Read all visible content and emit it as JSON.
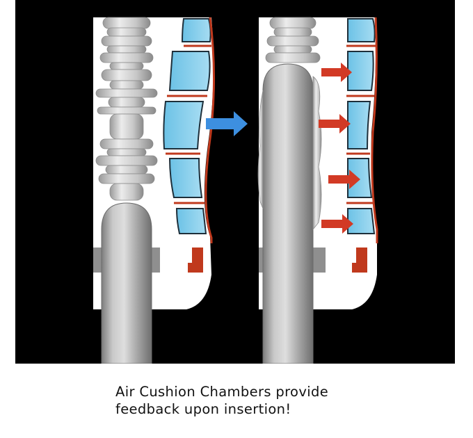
{
  "caption": {
    "line1": "Air Cushion Chambers provide",
    "line2": "feedback upon insertion!"
  },
  "colors": {
    "background": "#000000",
    "page": "#ffffff",
    "chamber_fill": "#8fd2ee",
    "chamber_outline": "#1e2f3a",
    "outer_wall": "#c0391d",
    "rod_gray": "#a8a8a8",
    "transition_arrow": "#3d8fe0",
    "pressure_arrow": "#d23a25",
    "caption_text": "#111111"
  },
  "panels": [
    {
      "state": "before-insertion",
      "icon": "sleeve-cross-section"
    },
    {
      "state": "after-insertion",
      "icon": "sleeve-cross-section"
    }
  ],
  "arrows": {
    "transition": {
      "icon": "right-arrow-icon",
      "count": 1
    },
    "pressure": {
      "icon": "right-arrow-icon",
      "count": 4
    }
  }
}
